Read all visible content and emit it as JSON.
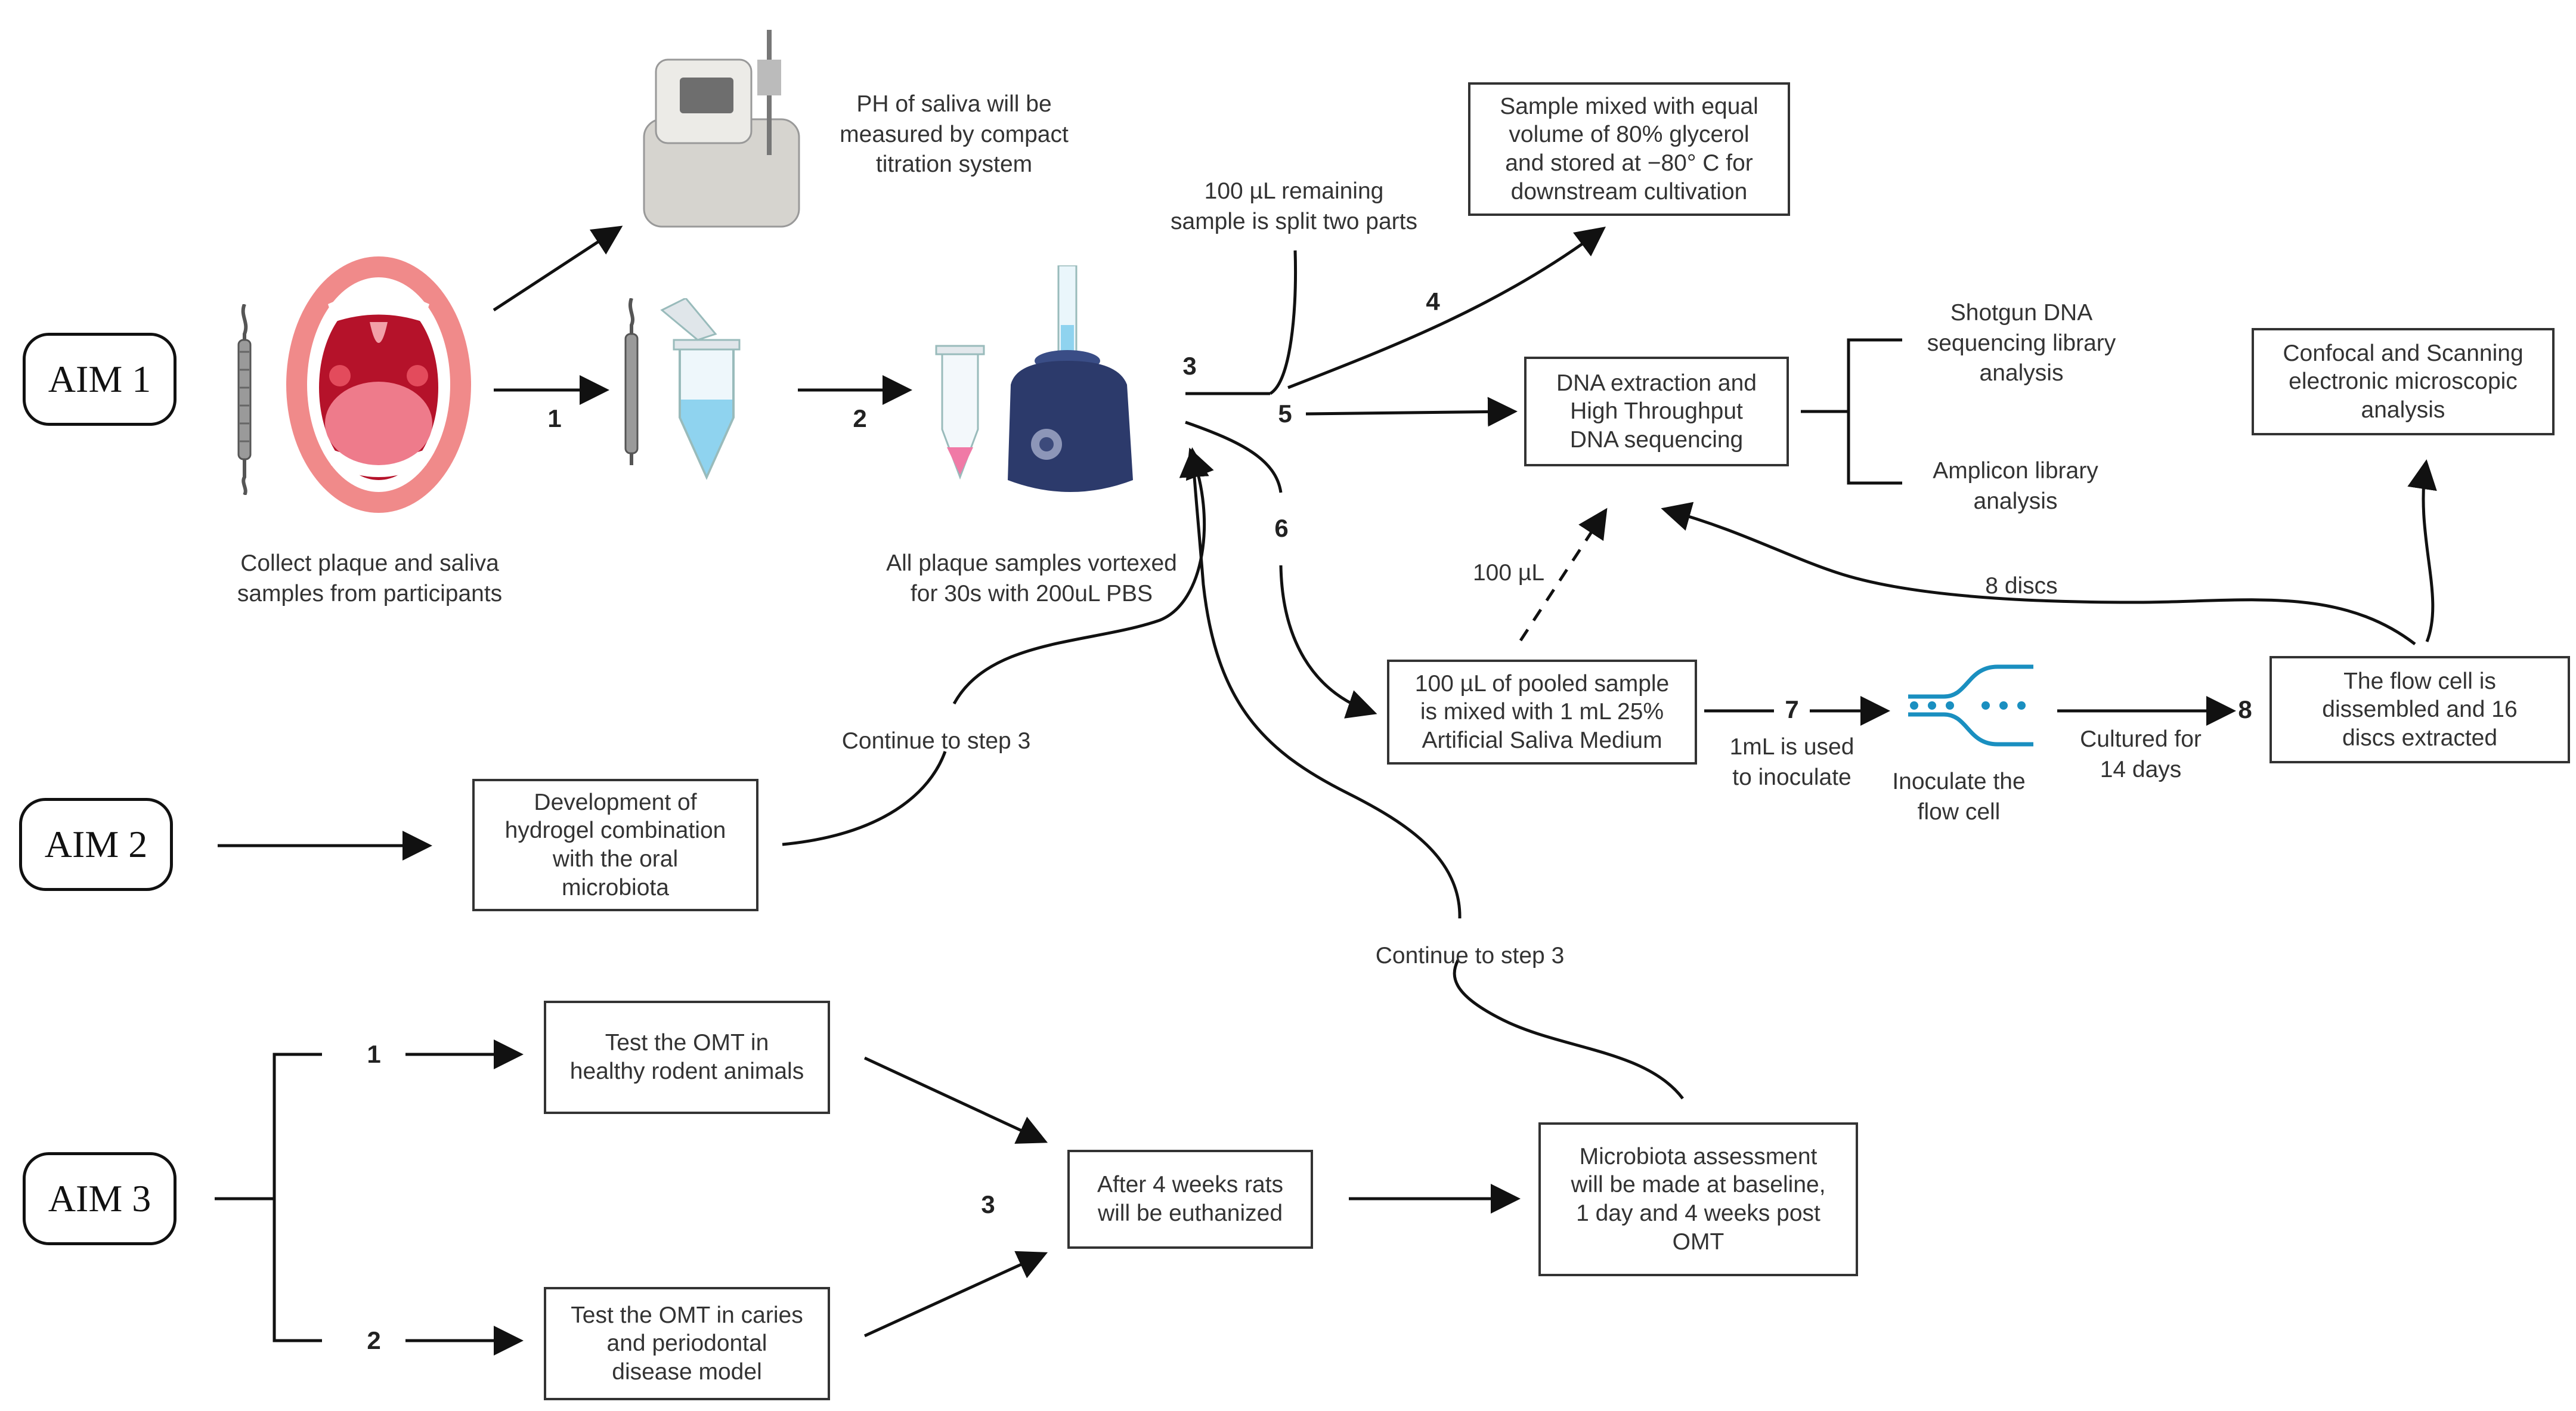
{
  "aims": {
    "aim1": "AIM 1",
    "aim2": "AIM 2",
    "aim3": "AIM 3"
  },
  "aim1": {
    "collect_caption": "Collect plaque and saliva\nsamples from participants",
    "ph_caption": "PH of saliva will be\nmeasured by compact\ntitration system",
    "vortex_caption": "All plaque samples vortexed\nfor 30s with 200uL PBS",
    "split_caption": "100 µL remaining\nsample is split two parts",
    "glycerol_box": "Sample mixed with equal\nvolume of 80% glycerol\nand stored at −80° C for\ndownstream cultivation",
    "dna_box": "DNA extraction and\nHigh Throughput\nDNA sequencing",
    "shotgun_caption": "Shotgun DNA\nsequencing library\nanalysis",
    "amplicon_caption": "Amplicon library\nanalysis",
    "confocal_box": "Confocal and Scanning\nelectronic microscopic\nanalysis",
    "pooled_box": "100 µL of pooled sample\nis mixed with 1 mL 25%\nArtificial Saliva Medium",
    "inoculate_label": "1mL is used\nto inoculate",
    "flowcell_caption": "Inoculate the\nflow cell",
    "cultured_label": "Cultured for\n14 days",
    "flowcell_box": "The flow cell is\ndissembled and 16\ndiscs extracted",
    "ul100_label": "100 µL",
    "discs_label": "8 discs",
    "steps": {
      "s1": "1",
      "s2": "2",
      "s3": "3",
      "s4": "4",
      "s5": "5",
      "s6": "6",
      "s7": "7",
      "s8": "8"
    }
  },
  "aim2": {
    "hydrogel_box": "Development of\nhydrogel combination\nwith the oral\nmicrobiota",
    "continue_label": "Continue to step 3"
  },
  "aim3": {
    "healthy_box": "Test the OMT in\nhealthy rodent animals",
    "caries_box": "Test the OMT in caries\nand periodontal\ndisease model",
    "euthanized_box": "After 4 weeks rats\nwill be euthanized",
    "microbiota_box": "Microbiota assessment\nwill be made at baseline,\n1 day and 4 weeks post\nOMT",
    "continue_label": "Continue to step 3",
    "steps": {
      "s1": "1",
      "s2": "2",
      "s3": "3"
    }
  },
  "colors": {
    "line": "#111111",
    "box_border": "#333333",
    "mouth_lips": "#f08a8a",
    "mouth_inner": "#b5122a",
    "tube_liquid": "#8fd3ef",
    "tube_pink": "#f07aa6",
    "vortex_body": "#2c3a6b",
    "flowcell": "#1a8fc0"
  }
}
